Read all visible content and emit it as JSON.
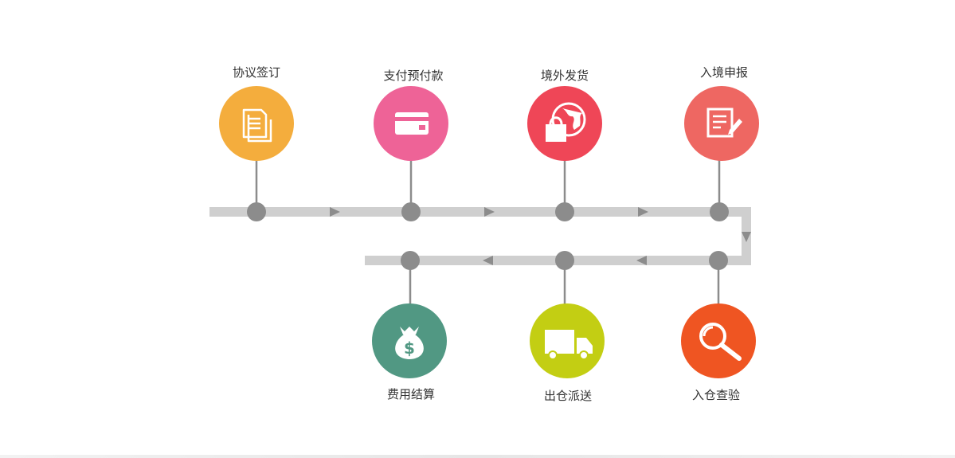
{
  "colors": {
    "track": "#cfcfcf",
    "node": "#8c8c8c",
    "stem": "#8c8c8c",
    "arrow": "#8c8c8c",
    "icon": "#ffffff"
  },
  "steps": [
    {
      "id": "sign",
      "label": "协议签订",
      "color": "#f4ad3d",
      "icon": "document-icon"
    },
    {
      "id": "prepay",
      "label": "支付预付款",
      "color": "#ee6397",
      "icon": "card-icon"
    },
    {
      "id": "ship",
      "label": "境外发货",
      "color": "#ef4657",
      "icon": "globe-bag-icon"
    },
    {
      "id": "declare",
      "label": "入境申报",
      "color": "#ee6762",
      "icon": "form-pen-icon"
    },
    {
      "id": "inspect",
      "label": "入仓查验",
      "color": "#ef5522",
      "icon": "magnifier-icon"
    },
    {
      "id": "dispatch",
      "label": "出仓派送",
      "color": "#c3ce13",
      "icon": "truck-icon"
    },
    {
      "id": "settle",
      "label": "费用结算",
      "color": "#519883",
      "icon": "money-bag-icon"
    }
  ]
}
